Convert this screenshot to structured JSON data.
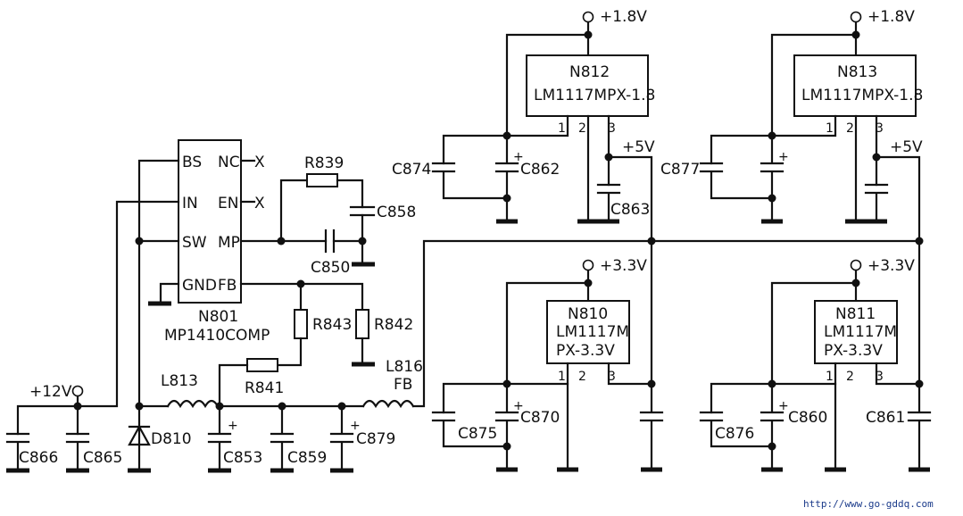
{
  "ic": {
    "n801": {
      "name": "N801",
      "part": "MP1410COMP",
      "pins": {
        "bs": "BS",
        "nc": "NC",
        "in": "IN",
        "en": "EN",
        "sw": "SW",
        "mp": "MP",
        "gnd": "GND",
        "fb": "FB"
      },
      "nc_mark": "X"
    },
    "n812": {
      "name": "N812",
      "part": "LM1117MPX-1.8",
      "pin1": "1",
      "pin2": "2",
      "pin3": "3"
    },
    "n813": {
      "name": "N813",
      "part": "LM1117MPX-1.8",
      "pin1": "1",
      "pin2": "2",
      "pin3": "3"
    },
    "n810": {
      "name": "N810",
      "part1": "LM1117M",
      "part2": "PX-3.3V",
      "pin1": "1",
      "pin2": "2",
      "pin3": "3"
    },
    "n811": {
      "name": "N811",
      "part1": "LM1117M",
      "part2": "PX-3.3V",
      "pin1": "1",
      "pin2": "2",
      "pin3": "3"
    }
  },
  "rails": {
    "v12": "+12V",
    "v18": "+1.8V",
    "v33": "+3.3V",
    "v5": "+5V"
  },
  "components": {
    "r839": "R839",
    "r843": "R843",
    "r842": "R842",
    "r841": "R841",
    "c858": "C858",
    "c850": "C850",
    "c866": "C866",
    "c865": "C865",
    "c853": "C853",
    "c859": "C859",
    "c879": "C879",
    "c874": "C874",
    "c862": "C862",
    "c863": "C863",
    "c877": "C877",
    "c875": "C875",
    "c870": "C870",
    "c876": "C876",
    "c860": "C860",
    "c861": "C861",
    "d810": "D810",
    "l813": "L813",
    "l816": "L816",
    "fb": "FB"
  },
  "polarity_mark": "+",
  "watermark": "http://www.go-gddq.com"
}
